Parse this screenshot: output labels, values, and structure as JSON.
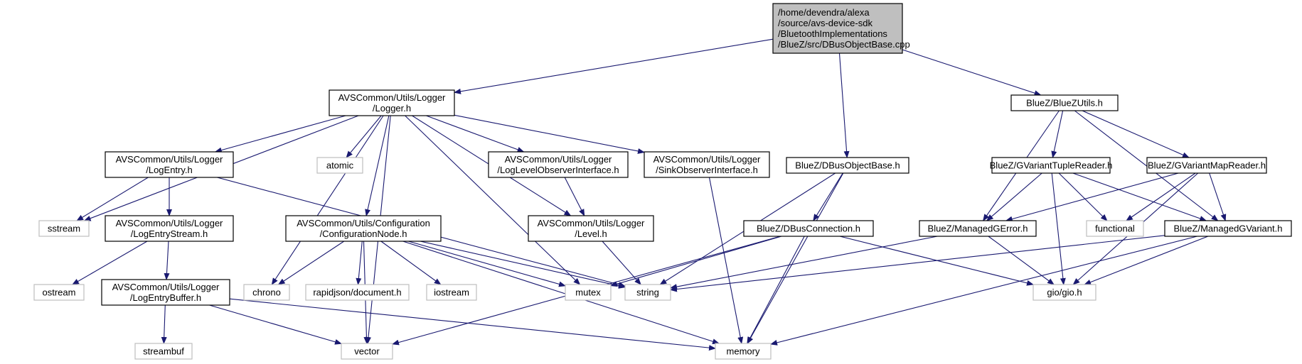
{
  "diagram": {
    "title": "",
    "colors": {
      "edge": "#191970",
      "root_fill": "#bfbfbf",
      "root_border": "#000000",
      "node_border": "#000000",
      "system_border": "#bfbfbf",
      "text": "#000000"
    },
    "nodes": [
      {
        "id": "root",
        "kind": "root",
        "lines": [
          "/home/devendra/alexa",
          "/source/avs-device-sdk",
          "/BluetoothImplementations",
          "/BlueZ/src/DBusObjectBase.cpp"
        ]
      },
      {
        "id": "logger",
        "kind": "header",
        "lines": [
          "AVSCommon/Utils/Logger",
          "/Logger.h"
        ]
      },
      {
        "id": "dbusobjectbase",
        "kind": "header",
        "lines": [
          "BlueZ/DBusObjectBase.h"
        ]
      },
      {
        "id": "bluezutils",
        "kind": "header",
        "lines": [
          "BlueZ/BlueZUtils.h"
        ]
      },
      {
        "id": "logentry",
        "kind": "header",
        "lines": [
          "AVSCommon/Utils/Logger",
          "/LogEntry.h"
        ]
      },
      {
        "id": "atomic",
        "kind": "system",
        "lines": [
          "atomic"
        ]
      },
      {
        "id": "loglevelobserver",
        "kind": "header",
        "lines": [
          "AVSCommon/Utils/Logger",
          "/LogLevelObserverInterface.h"
        ]
      },
      {
        "id": "sinkobserver",
        "kind": "header",
        "lines": [
          "AVSCommon/Utils/Logger",
          "/SinkObserverInterface.h"
        ]
      },
      {
        "id": "gvarianttuplereader",
        "kind": "header",
        "lines": [
          "BlueZ/GVariantTupleReader.h"
        ]
      },
      {
        "id": "gvariantmapreader",
        "kind": "header",
        "lines": [
          "BlueZ/GVariantMapReader.h"
        ]
      },
      {
        "id": "sstream",
        "kind": "system",
        "lines": [
          "sstream"
        ]
      },
      {
        "id": "logentrystream",
        "kind": "header",
        "lines": [
          "AVSCommon/Utils/Logger",
          "/LogEntryStream.h"
        ]
      },
      {
        "id": "configurationnode",
        "kind": "header",
        "lines": [
          "AVSCommon/Utils/Configuration",
          "/ConfigurationNode.h"
        ]
      },
      {
        "id": "level",
        "kind": "header",
        "lines": [
          "AVSCommon/Utils/Logger",
          "/Level.h"
        ]
      },
      {
        "id": "dbusconnection",
        "kind": "header",
        "lines": [
          "BlueZ/DBusConnection.h"
        ]
      },
      {
        "id": "managedgerror",
        "kind": "header",
        "lines": [
          "BlueZ/ManagedGError.h"
        ]
      },
      {
        "id": "functional",
        "kind": "system",
        "lines": [
          "functional"
        ]
      },
      {
        "id": "managedgvariant",
        "kind": "header",
        "lines": [
          "BlueZ/ManagedGVariant.h"
        ]
      },
      {
        "id": "ostream",
        "kind": "system",
        "lines": [
          "ostream"
        ]
      },
      {
        "id": "logentrybuffer",
        "kind": "header",
        "lines": [
          "AVSCommon/Utils/Logger",
          "/LogEntryBuffer.h"
        ]
      },
      {
        "id": "chrono",
        "kind": "system",
        "lines": [
          "chrono"
        ]
      },
      {
        "id": "rapidjson",
        "kind": "system",
        "lines": [
          "rapidjson/document.h"
        ]
      },
      {
        "id": "iostream",
        "kind": "system",
        "lines": [
          "iostream"
        ]
      },
      {
        "id": "mutex",
        "kind": "system",
        "lines": [
          "mutex"
        ]
      },
      {
        "id": "string",
        "kind": "system",
        "lines": [
          "string"
        ]
      },
      {
        "id": "giogio",
        "kind": "system",
        "lines": [
          "gio/gio.h"
        ]
      },
      {
        "id": "streambuf",
        "kind": "system",
        "lines": [
          "streambuf"
        ]
      },
      {
        "id": "vector",
        "kind": "system",
        "lines": [
          "vector"
        ]
      },
      {
        "id": "memory",
        "kind": "system",
        "lines": [
          "memory"
        ]
      }
    ],
    "edges": [
      [
        "root",
        "logger"
      ],
      [
        "root",
        "dbusobjectbase"
      ],
      [
        "root",
        "bluezutils"
      ],
      [
        "logger",
        "logentry"
      ],
      [
        "logger",
        "atomic"
      ],
      [
        "logger",
        "loglevelobserver"
      ],
      [
        "logger",
        "sinkobserver"
      ],
      [
        "logger",
        "sstream"
      ],
      [
        "logger",
        "configurationnode"
      ],
      [
        "logger",
        "level"
      ],
      [
        "logger",
        "chrono"
      ],
      [
        "logger",
        "mutex"
      ],
      [
        "logger",
        "vector"
      ],
      [
        "logentry",
        "sstream"
      ],
      [
        "logentry",
        "logentrystream"
      ],
      [
        "logentry",
        "string"
      ],
      [
        "logentrystream",
        "ostream"
      ],
      [
        "logentrystream",
        "logentrybuffer"
      ],
      [
        "logentrybuffer",
        "streambuf"
      ],
      [
        "logentrybuffer",
        "vector"
      ],
      [
        "logentrybuffer",
        "memory"
      ],
      [
        "configurationnode",
        "chrono"
      ],
      [
        "configurationnode",
        "rapidjson"
      ],
      [
        "configurationnode",
        "iostream"
      ],
      [
        "configurationnode",
        "mutex"
      ],
      [
        "configurationnode",
        "string"
      ],
      [
        "configurationnode",
        "vector"
      ],
      [
        "configurationnode",
        "memory"
      ],
      [
        "loglevelobserver",
        "level"
      ],
      [
        "level",
        "string"
      ],
      [
        "sinkobserver",
        "memory"
      ],
      [
        "dbusobjectbase",
        "dbusconnection"
      ],
      [
        "dbusobjectbase",
        "string"
      ],
      [
        "dbusobjectbase",
        "memory"
      ],
      [
        "dbusconnection",
        "mutex"
      ],
      [
        "dbusconnection",
        "giogio"
      ],
      [
        "dbusconnection",
        "vector"
      ],
      [
        "dbusconnection",
        "memory"
      ],
      [
        "bluezutils",
        "managedgerror"
      ],
      [
        "bluezutils",
        "gvarianttuplereader"
      ],
      [
        "bluezutils",
        "gvariantmapreader"
      ],
      [
        "bluezutils",
        "managedgvariant"
      ],
      [
        "gvarianttuplereader",
        "managedgerror"
      ],
      [
        "gvarianttuplereader",
        "functional"
      ],
      [
        "gvarianttuplereader",
        "managedgvariant"
      ],
      [
        "gvarianttuplereader",
        "giogio"
      ],
      [
        "gvariantmapreader",
        "managedgerror"
      ],
      [
        "gvariantmapreader",
        "functional"
      ],
      [
        "gvariantmapreader",
        "managedgvariant"
      ],
      [
        "gvariantmapreader",
        "giogio"
      ],
      [
        "managedgerror",
        "string"
      ],
      [
        "managedgerror",
        "giogio"
      ],
      [
        "managedgvariant",
        "string"
      ],
      [
        "managedgvariant",
        "giogio"
      ],
      [
        "managedgvariant",
        "memory"
      ]
    ]
  }
}
